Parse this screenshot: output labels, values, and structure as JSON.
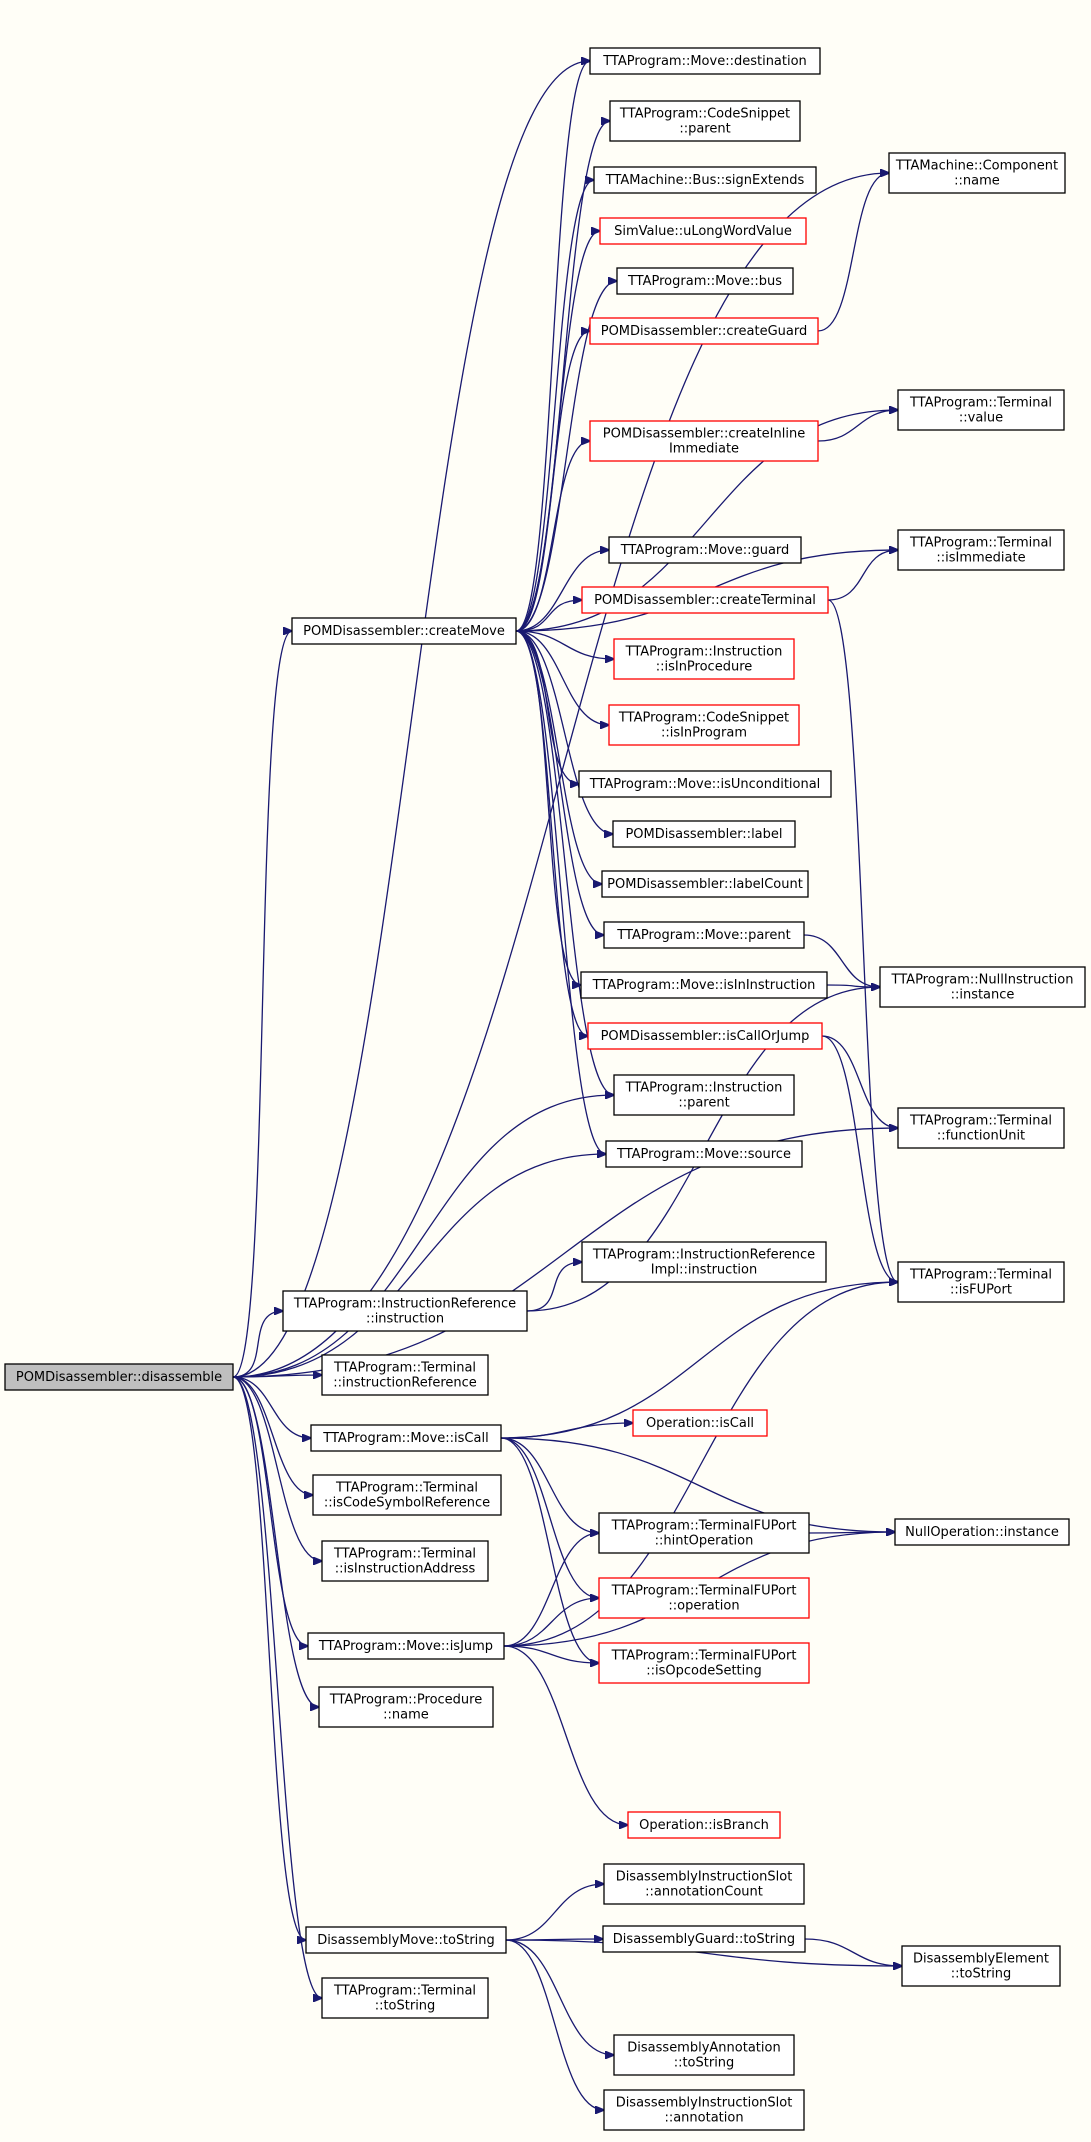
{
  "graph": {
    "root": "POMDisassembler::disassemble",
    "colors": {
      "background": "#fffef7",
      "root_fill": "#bfbfbf",
      "node_fill": "#ffffff",
      "node_border": "#000000",
      "truncated_border": "#ff0000",
      "edge": "#191970"
    },
    "nodes": [
      {
        "id": "disassemble",
        "lines": [
          "POMDisassembler::disassemble"
        ],
        "style": "root"
      },
      {
        "id": "createMove",
        "lines": [
          "POMDisassembler::createMove"
        ],
        "style": "normal"
      },
      {
        "id": "moveDestination",
        "lines": [
          "TTAProgram::Move::destination"
        ],
        "style": "normal"
      },
      {
        "id": "codeSnippetParent",
        "lines": [
          "TTAProgram::CodeSnippet",
          "::parent"
        ],
        "style": "normal"
      },
      {
        "id": "busSignExtends",
        "lines": [
          "TTAMachine::Bus::signExtends"
        ],
        "style": "normal"
      },
      {
        "id": "uLongWordValue",
        "lines": [
          "SimValue::uLongWordValue"
        ],
        "style": "truncated"
      },
      {
        "id": "moveBus",
        "lines": [
          "TTAProgram::Move::bus"
        ],
        "style": "normal"
      },
      {
        "id": "createGuard",
        "lines": [
          "POMDisassembler::createGuard"
        ],
        "style": "truncated"
      },
      {
        "id": "componentName",
        "lines": [
          "TTAMachine::Component",
          "::name"
        ],
        "style": "normal"
      },
      {
        "id": "terminalValue",
        "lines": [
          "TTAProgram::Terminal",
          "::value"
        ],
        "style": "normal"
      },
      {
        "id": "createInlineImmediate",
        "lines": [
          "POMDisassembler::createInline",
          "Immediate"
        ],
        "style": "truncated"
      },
      {
        "id": "terminalIsImmediate",
        "lines": [
          "TTAProgram::Terminal",
          "::isImmediate"
        ],
        "style": "normal"
      },
      {
        "id": "moveGuard",
        "lines": [
          "TTAProgram::Move::guard"
        ],
        "style": "normal"
      },
      {
        "id": "createTerminal",
        "lines": [
          "POMDisassembler::createTerminal"
        ],
        "style": "truncated"
      },
      {
        "id": "instrIsInProcedure",
        "lines": [
          "TTAProgram::Instruction",
          "::isInProcedure"
        ],
        "style": "truncated"
      },
      {
        "id": "codeSnippetIsInProgram",
        "lines": [
          "TTAProgram::CodeSnippet",
          "::isInProgram"
        ],
        "style": "truncated"
      },
      {
        "id": "moveIsUnconditional",
        "lines": [
          "TTAProgram::Move::isUnconditional"
        ],
        "style": "normal"
      },
      {
        "id": "pomLabel",
        "lines": [
          "POMDisassembler::label"
        ],
        "style": "normal"
      },
      {
        "id": "pomLabelCount",
        "lines": [
          "POMDisassembler::labelCount"
        ],
        "style": "normal"
      },
      {
        "id": "moveParent",
        "lines": [
          "TTAProgram::Move::parent"
        ],
        "style": "normal"
      },
      {
        "id": "moveIsInInstruction",
        "lines": [
          "TTAProgram::Move::isInInstruction"
        ],
        "style": "normal"
      },
      {
        "id": "nullInstructionInstance",
        "lines": [
          "TTAProgram::NullInstruction",
          "::instance"
        ],
        "style": "normal"
      },
      {
        "id": "isCallOrJump",
        "lines": [
          "POMDisassembler::isCallOrJump"
        ],
        "style": "truncated"
      },
      {
        "id": "instructionParent",
        "lines": [
          "TTAProgram::Instruction",
          "::parent"
        ],
        "style": "normal"
      },
      {
        "id": "terminalFunctionUnit",
        "lines": [
          "TTAProgram::Terminal",
          "::functionUnit"
        ],
        "style": "normal"
      },
      {
        "id": "moveSource",
        "lines": [
          "TTAProgram::Move::source"
        ],
        "style": "normal"
      },
      {
        "id": "irImplInstruction",
        "lines": [
          "TTAProgram::InstructionReference",
          "Impl::instruction"
        ],
        "style": "normal"
      },
      {
        "id": "irInstruction",
        "lines": [
          "TTAProgram::InstructionReference",
          "::instruction"
        ],
        "style": "normal"
      },
      {
        "id": "terminalIsFUPort",
        "lines": [
          "TTAProgram::Terminal",
          "::isFUPort"
        ],
        "style": "normal"
      },
      {
        "id": "terminalInstructionReference",
        "lines": [
          "TTAProgram::Terminal",
          "::instructionReference"
        ],
        "style": "normal"
      },
      {
        "id": "moveIsCall",
        "lines": [
          "TTAProgram::Move::isCall"
        ],
        "style": "normal"
      },
      {
        "id": "operationIsCall",
        "lines": [
          "Operation::isCall"
        ],
        "style": "truncated"
      },
      {
        "id": "terminalIsCodeSymbolReference",
        "lines": [
          "TTAProgram::Terminal",
          "::isCodeSymbolReference"
        ],
        "style": "normal"
      },
      {
        "id": "fuPortHintOperation",
        "lines": [
          "TTAProgram::TerminalFUPort",
          "::hintOperation"
        ],
        "style": "normal"
      },
      {
        "id": "nullOperationInstance",
        "lines": [
          "NullOperation::instance"
        ],
        "style": "normal"
      },
      {
        "id": "terminalIsInstructionAddress",
        "lines": [
          "TTAProgram::Terminal",
          "::isInstructionAddress"
        ],
        "style": "normal"
      },
      {
        "id": "fuPortOperation",
        "lines": [
          "TTAProgram::TerminalFUPort",
          "::operation"
        ],
        "style": "truncated"
      },
      {
        "id": "moveIsJump",
        "lines": [
          "TTAProgram::Move::isJump"
        ],
        "style": "normal"
      },
      {
        "id": "fuPortIsOpcodeSetting",
        "lines": [
          "TTAProgram::TerminalFUPort",
          "::isOpcodeSetting"
        ],
        "style": "truncated"
      },
      {
        "id": "procedureName",
        "lines": [
          "TTAProgram::Procedure",
          "::name"
        ],
        "style": "normal"
      },
      {
        "id": "operationIsBranch",
        "lines": [
          "Operation::isBranch"
        ],
        "style": "truncated"
      },
      {
        "id": "slotAnnotationCount",
        "lines": [
          "DisassemblyInstructionSlot",
          "::annotationCount"
        ],
        "style": "normal"
      },
      {
        "id": "disMoveToString",
        "lines": [
          "DisassemblyMove::toString"
        ],
        "style": "normal"
      },
      {
        "id": "disGuardToString",
        "lines": [
          "DisassemblyGuard::toString"
        ],
        "style": "normal"
      },
      {
        "id": "disElementToString",
        "lines": [
          "DisassemblyElement",
          "::toString"
        ],
        "style": "normal"
      },
      {
        "id": "terminalToString",
        "lines": [
          "TTAProgram::Terminal",
          "::toString"
        ],
        "style": "normal"
      },
      {
        "id": "disAnnotationToString",
        "lines": [
          "DisassemblyAnnotation",
          "::toString"
        ],
        "style": "normal"
      },
      {
        "id": "slotAnnotation",
        "lines": [
          "DisassemblyInstructionSlot",
          "::annotation"
        ],
        "style": "normal"
      }
    ],
    "edges": [
      [
        "disassemble",
        "createMove"
      ],
      [
        "disassemble",
        "moveDestination"
      ],
      [
        "disassemble",
        "componentName"
      ],
      [
        "disassemble",
        "instructionParent"
      ],
      [
        "disassemble",
        "moveSource"
      ],
      [
        "disassemble",
        "terminalFunctionUnit"
      ],
      [
        "disassemble",
        "irInstruction"
      ],
      [
        "disassemble",
        "terminalInstructionReference"
      ],
      [
        "disassemble",
        "moveIsCall"
      ],
      [
        "disassemble",
        "terminalIsCodeSymbolReference"
      ],
      [
        "disassemble",
        "terminalIsInstructionAddress"
      ],
      [
        "disassemble",
        "moveIsJump"
      ],
      [
        "disassemble",
        "procedureName"
      ],
      [
        "disassemble",
        "disMoveToString"
      ],
      [
        "disassemble",
        "terminalToString"
      ],
      [
        "createMove",
        "moveDestination"
      ],
      [
        "createMove",
        "codeSnippetParent"
      ],
      [
        "createMove",
        "busSignExtends"
      ],
      [
        "createMove",
        "uLongWordValue"
      ],
      [
        "createMove",
        "moveBus"
      ],
      [
        "createMove",
        "createGuard"
      ],
      [
        "createMove",
        "terminalValue"
      ],
      [
        "createMove",
        "createInlineImmediate"
      ],
      [
        "createMove",
        "terminalIsImmediate"
      ],
      [
        "createMove",
        "moveGuard"
      ],
      [
        "createMove",
        "createTerminal"
      ],
      [
        "createMove",
        "instrIsInProcedure"
      ],
      [
        "createMove",
        "codeSnippetIsInProgram"
      ],
      [
        "createMove",
        "moveIsUnconditional"
      ],
      [
        "createMove",
        "pomLabel"
      ],
      [
        "createMove",
        "pomLabelCount"
      ],
      [
        "createMove",
        "moveParent"
      ],
      [
        "createMove",
        "moveIsInInstruction"
      ],
      [
        "createMove",
        "isCallOrJump"
      ],
      [
        "createMove",
        "instructionParent"
      ],
      [
        "createMove",
        "moveSource"
      ],
      [
        "createGuard",
        "componentName"
      ],
      [
        "createInlineImmediate",
        "terminalValue"
      ],
      [
        "createTerminal",
        "terminalIsImmediate"
      ],
      [
        "createTerminal",
        "terminalIsFUPort"
      ],
      [
        "moveParent",
        "nullInstructionInstance"
      ],
      [
        "moveIsInInstruction",
        "nullInstructionInstance"
      ],
      [
        "isCallOrJump",
        "terminalFunctionUnit"
      ],
      [
        "isCallOrJump",
        "terminalIsFUPort"
      ],
      [
        "irInstruction",
        "irImplInstruction"
      ],
      [
        "irInstruction",
        "nullInstructionInstance"
      ],
      [
        "moveIsCall",
        "terminalIsFUPort"
      ],
      [
        "moveIsCall",
        "operationIsCall"
      ],
      [
        "moveIsCall",
        "nullOperationInstance"
      ],
      [
        "moveIsCall",
        "fuPortHintOperation"
      ],
      [
        "moveIsCall",
        "fuPortOperation"
      ],
      [
        "moveIsCall",
        "fuPortIsOpcodeSetting"
      ],
      [
        "fuPortHintOperation",
        "nullOperationInstance"
      ],
      [
        "moveIsJump",
        "fuPortHintOperation"
      ],
      [
        "moveIsJump",
        "fuPortOperation"
      ],
      [
        "moveIsJump",
        "fuPortIsOpcodeSetting"
      ],
      [
        "moveIsJump",
        "terminalIsFUPort"
      ],
      [
        "moveIsJump",
        "nullOperationInstance"
      ],
      [
        "moveIsJump",
        "operationIsBranch"
      ],
      [
        "disMoveToString",
        "slotAnnotationCount"
      ],
      [
        "disMoveToString",
        "disGuardToString"
      ],
      [
        "disMoveToString",
        "disElementToString"
      ],
      [
        "disMoveToString",
        "disAnnotationToString"
      ],
      [
        "disMoveToString",
        "slotAnnotation"
      ],
      [
        "disGuardToString",
        "disElementToString"
      ]
    ]
  }
}
